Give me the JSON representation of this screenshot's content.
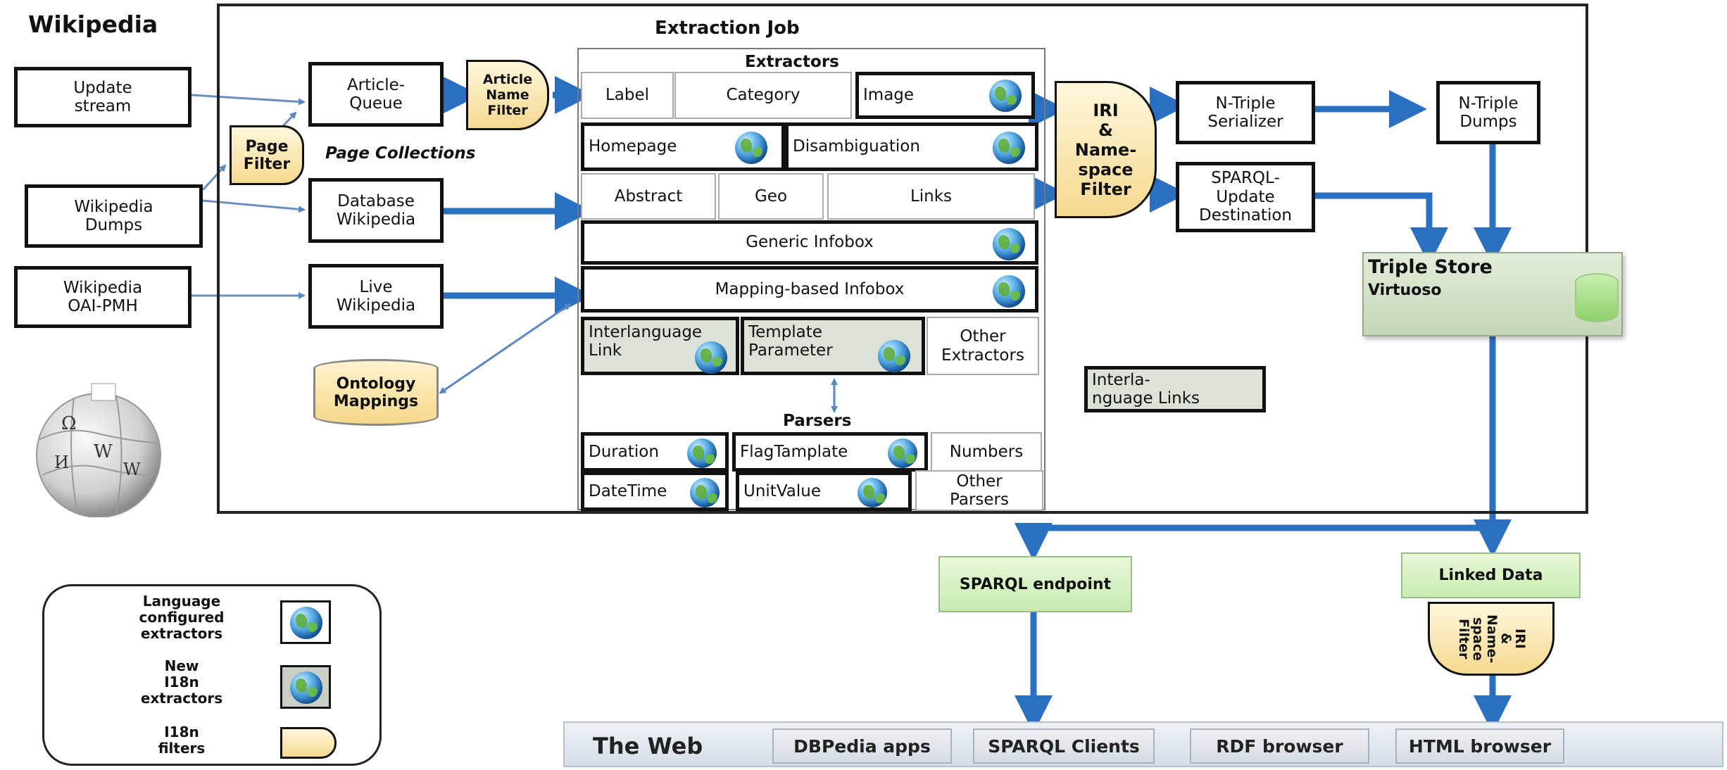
{
  "titles": {
    "wikipedia": "Wikipedia",
    "extraction_job": "Extraction Job",
    "extractors": "Extractors",
    "parsers": "Parsers",
    "page_collections": "Page Collections"
  },
  "sources": {
    "update_stream": "Update\nstream",
    "wikipedia_dumps": "Wikipedia\nDumps",
    "wikipedia_oai": "Wikipedia\nOAI-PMH"
  },
  "collections": {
    "article_queue": "Article-\nQueue",
    "database_wikipedia": "Database\nWikipedia",
    "live_wikipedia": "Live\nWikipedia"
  },
  "filters": {
    "page_filter": "Page\nFilter",
    "article_name_filter": "Article\nName\nFilter",
    "iri_namespace_filter": "IRI\n&\nName-\nspace\nFilter",
    "iri_namespace_filter_rotated": "IRI\n&\nName-\nspace\nFilter"
  },
  "ontology_mappings": "Ontology\nMappings",
  "extractors": {
    "label": "Label",
    "category": "Category",
    "image": "Image",
    "homepage": "Homepage",
    "disambiguation": "Disambiguation",
    "abstract": "Abstract",
    "geo": "Geo",
    "links": "Links",
    "generic_infobox": "Generic Infobox",
    "mapping_infobox": "Mapping-based Infobox",
    "interlanguage_link": "Interlanguage\nLink",
    "template_parameter": "Template\nParameter",
    "other_extractors": "Other\nExtractors"
  },
  "parsers": {
    "duration": "Duration",
    "flagtemplate": "FlagTamplate",
    "numbers": "Numbers",
    "datetime": "DateTime",
    "unitvalue": "UnitValue",
    "other_parsers": "Other\nParsers"
  },
  "destinations": {
    "ntriple_serializer": "N-Triple\nSerializer",
    "sparql_update": "SPARQL-\nUpdate\nDestination",
    "ntriple_dumps": "N-Triple\nDumps"
  },
  "interlanguage_links": "Interla-\nnguage Links",
  "triple_store": {
    "title": "Triple Store",
    "subtitle": "Virtuoso"
  },
  "sparql_endpoint": "SPARQL endpoint",
  "linked_data": "Linked Data",
  "legend": {
    "language_configured": "Language\nconfigured\nextractors",
    "new_i18n": "New\nI18n\nextractors",
    "i18n_filters": "I18n\nfilters"
  },
  "web": {
    "title": "The Web",
    "items": [
      "DBPedia apps",
      "SPARQL Clients",
      "RDF browser",
      "HTML browser"
    ]
  },
  "colors": {
    "arrow_blue": "#2a6fc0",
    "thin_arrow": "#6b8fc0",
    "filter_fill": "#f5d98f",
    "green": "#c8ebb2",
    "grey_box": "#dde2d8"
  }
}
